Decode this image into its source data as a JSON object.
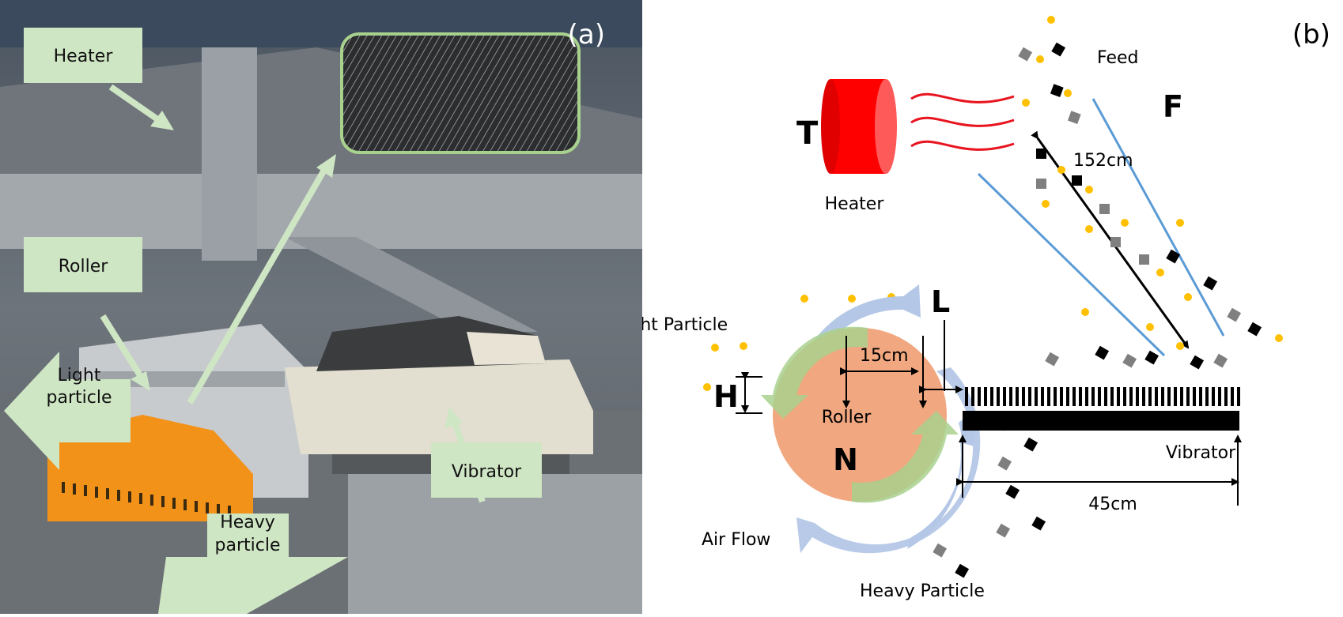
{
  "panel_a": {
    "label": "(a)",
    "callouts": {
      "heater": "Heater",
      "roller": "Roller",
      "light_1": "Light",
      "light_2": "particle",
      "heavy_1": "Heavy",
      "heavy_2": "particle",
      "vibrator": "Vibrator"
    },
    "colors": {
      "callout_fill": "#cfe6c4",
      "arrow": "#cfe6c4",
      "hopper": "#f39219",
      "frame": "#8e9499"
    }
  },
  "panel_b": {
    "label": "(b)",
    "labels": {
      "T": "T",
      "heater": "Heater",
      "feed": "Feed",
      "F": "F",
      "L": "L",
      "H": "H",
      "N": "N",
      "roller": "Roller",
      "vibrator": "Vibrator",
      "light_particle": "Light Particle",
      "heavy_particle": "Heavy Particle",
      "air_flow": "Air Flow"
    },
    "dimensions": {
      "feed_length": "152cm",
      "roller_radius": "15cm",
      "vibrator_length": "45cm"
    },
    "colors": {
      "heater": "#ff0000",
      "heat_waves": "#e8141e",
      "feed_lines": "#5b9bd5",
      "roller": "#f1a77f",
      "roller_arrows": "#a9d18e",
      "air_flow": "#b4c7e7",
      "light_particle": "#ffc000",
      "heavy_particle_dark": "#000000",
      "heavy_particle_grey": "#7f7f7f"
    }
  }
}
